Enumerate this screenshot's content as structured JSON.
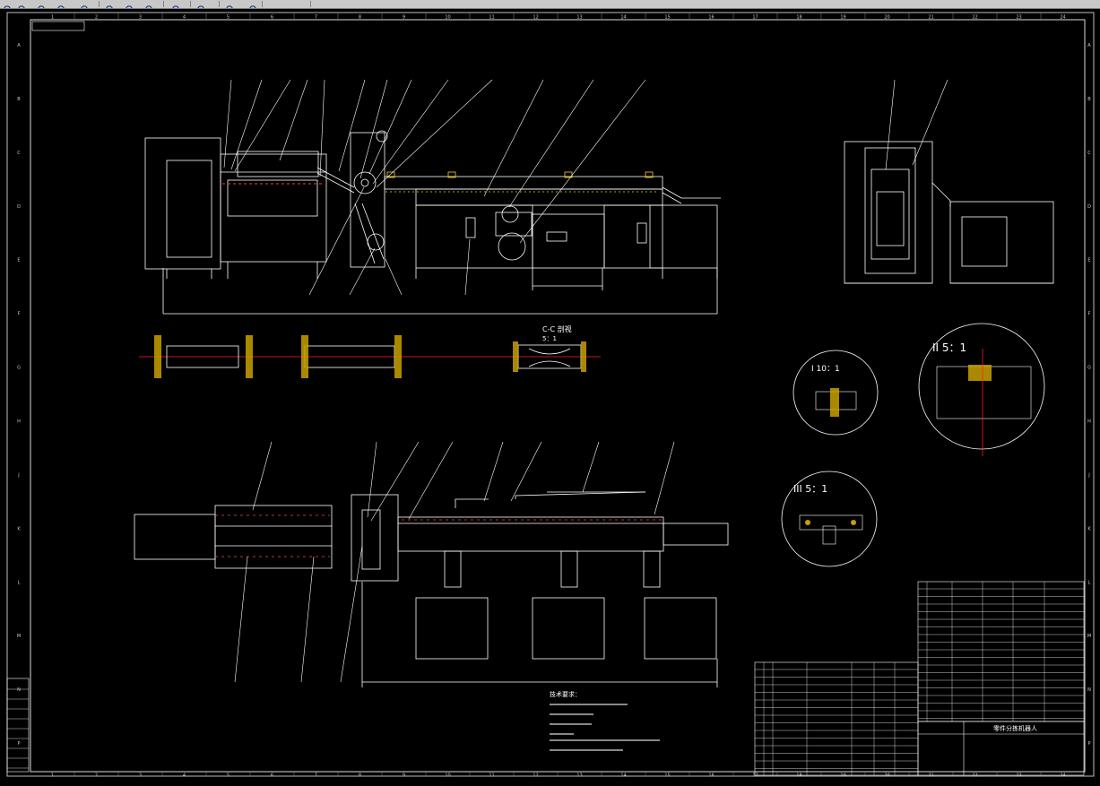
{
  "toolbar": {
    "buttons": [
      {
        "name": "zoom-realtime-icon"
      },
      {
        "name": "zoom-window-icon"
      },
      {
        "name": "zoom-previous-icon"
      },
      {
        "name": "zoom-in-icon"
      },
      {
        "name": "zoom-out-icon"
      },
      {
        "name": "zoom-extents-icon"
      },
      {
        "name": "pan-icon"
      },
      {
        "name": "layer-icon"
      },
      {
        "name": "copy-icon"
      },
      {
        "name": "print-icon"
      },
      {
        "name": "properties-icon"
      },
      {
        "name": "help-icon"
      }
    ]
  },
  "border": {
    "columns": [
      "1",
      "2",
      "3",
      "4",
      "5",
      "6",
      "7",
      "8",
      "9",
      "10",
      "11",
      "12",
      "13",
      "14",
      "15",
      "16",
      "17",
      "18",
      "19",
      "20",
      "21",
      "22",
      "23",
      "24"
    ],
    "rows": [
      "A",
      "B",
      "C",
      "D",
      "E",
      "F",
      "G",
      "H",
      "J",
      "K",
      "L",
      "M",
      "N",
      "P"
    ]
  },
  "views": {
    "section_cc": "C-C 剖视",
    "section_cc_scale": "5：1",
    "detail1": "I  10：1",
    "detail2": "II  5：1",
    "detail3": "III  5：1"
  },
  "title_block": {
    "name": "零件分拣机器人"
  },
  "notes": {
    "heading": "技术要求："
  },
  "colors": {
    "line": "#ffffff",
    "center_line": "#ff2020",
    "hatch": "#c8a000",
    "accent_yellow": "#ffd000",
    "frame": "#d0d0d0"
  }
}
